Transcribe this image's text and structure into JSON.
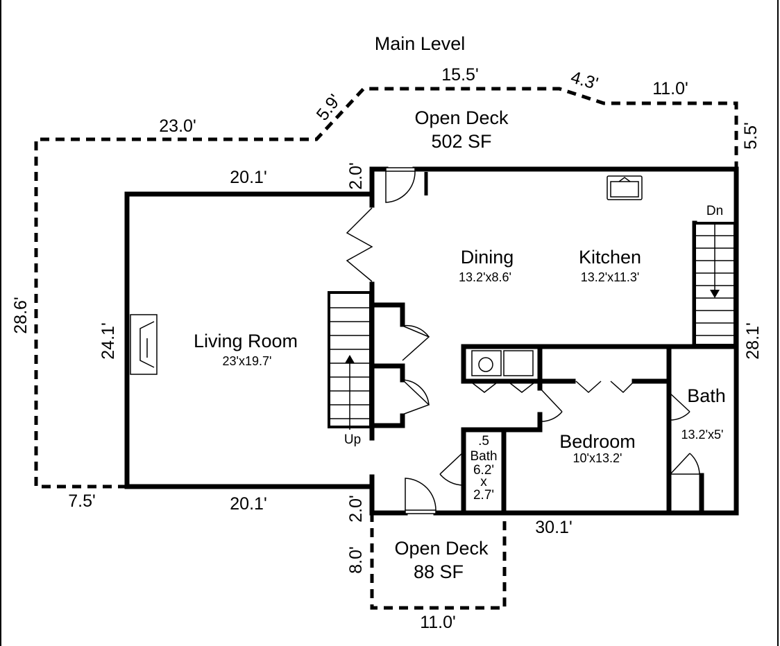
{
  "title": "Main Level",
  "decks": {
    "main": {
      "name": "Open Deck",
      "area": "502 SF"
    },
    "lower": {
      "name": "Open Deck",
      "area": "88 SF"
    }
  },
  "rooms": {
    "living": {
      "name": "Living Room",
      "size": "23'x19.7'"
    },
    "dining": {
      "name": "Dining",
      "size": "13.2'x8.6'"
    },
    "kitchen": {
      "name": "Kitchen",
      "size": "13.2'x11.3'"
    },
    "bedroom": {
      "name": "Bedroom",
      "size": "10'x13.2'"
    },
    "bath": {
      "name": "Bath",
      "size": "13.2'x5'"
    },
    "half_bath": {
      "line1": ".5",
      "line2": "Bath",
      "line3": "6.2'",
      "line4": "x",
      "line5": "2.7'"
    }
  },
  "stairs": {
    "up": "Up",
    "down": "Dn"
  },
  "dimensions": {
    "deck_top_left": "23.0'",
    "deck_diag_left": "5.9'",
    "deck_top_mid": "15.5'",
    "deck_diag_right": "4.3'",
    "deck_top_right": "11.0'",
    "deck_right": "5.5'",
    "deck_left": "28.6'",
    "deck_bottom_left": "7.5'",
    "living_top": "20.1'",
    "living_bottom": "20.1'",
    "living_height": "24.1'",
    "jog_top": "2.0'",
    "jog_bottom": "2.0'",
    "right_wall": "28.1'",
    "bottom_right": "30.1'",
    "lower_deck_left": "8.0'",
    "lower_deck_bottom": "11.0'"
  }
}
